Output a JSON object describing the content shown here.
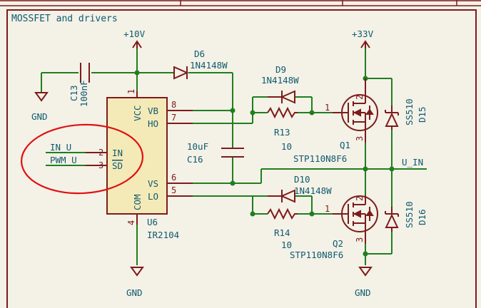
{
  "sheet": {
    "title": "MOSSFET and drivers"
  },
  "power": {
    "vplus10": "+10V",
    "vplus33": "+33V",
    "gnd_left": "GND",
    "gnd_ic": "GND",
    "gnd_right": "GND"
  },
  "ic": {
    "ref": "U6",
    "value": "IR2104",
    "pins": {
      "vcc": {
        "name": "VCC",
        "number": "1"
      },
      "vb": {
        "name": "VB",
        "number": "8"
      },
      "ho": {
        "name": "HO",
        "number": "7"
      },
      "in": {
        "name": "IN",
        "number": "2"
      },
      "sd": {
        "name": "SD",
        "number": "3"
      },
      "vs": {
        "name": "VS",
        "number": "6"
      },
      "com": {
        "name": "COM",
        "number": "4"
      },
      "lo": {
        "name": "LO",
        "number": "5"
      }
    }
  },
  "nets": {
    "in_u": "IN_U",
    "pwm_u": "PWM_U",
    "u_in": "U_IN"
  },
  "components": {
    "c13": {
      "ref": "C13",
      "value": "100nF"
    },
    "d6": {
      "ref": "D6",
      "value": "1N4148W"
    },
    "c16": {
      "ref": "C16",
      "value": "10uF"
    },
    "d9": {
      "ref": "D9",
      "value": "1N4148W"
    },
    "r13": {
      "ref": "R13",
      "value": "10"
    },
    "d10": {
      "ref": "D10",
      "value": "1N4148W"
    },
    "r14": {
      "ref": "R14",
      "value": "10"
    },
    "q1": {
      "ref": "Q1",
      "value": "STP110N8F6",
      "pin_g": "1",
      "pin_d": "2",
      "pin_s": "3"
    },
    "q2": {
      "ref": "Q2",
      "value": "STP110N8F6",
      "pin_g": "1",
      "pin_d": "2",
      "pin_s": "3"
    },
    "d15": {
      "ref": "D15",
      "value": "SS510"
    },
    "d16": {
      "ref": "D16",
      "value": "SS510"
    }
  },
  "colors": {
    "wire": "#1f7f1f",
    "symbol": "#7d1b1b",
    "label": "#0f5a6e",
    "highlight": "#e01010",
    "background": "#f4f1e7"
  }
}
